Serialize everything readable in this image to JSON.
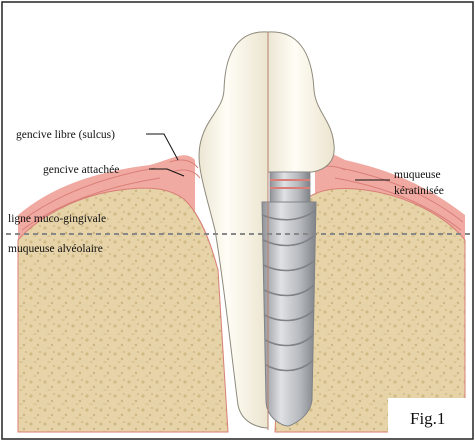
{
  "figure": {
    "caption": "Fig.1",
    "labels": {
      "free_gingiva": "gencive libre (sulcus)",
      "attached_gingiva": "gencive attachée",
      "mucogingival_line": "ligne muco-gingivale",
      "alveolar_mucosa": "muqueuse alvéolaire",
      "keratinized_mucosa_line1": "muqueuse",
      "keratinized_mucosa_line2": "kératinisée"
    },
    "colors": {
      "frame": "#222222",
      "bone": "#e6d3a8",
      "bone_speckle": "#cdb47f",
      "gum": "#f0aaa2",
      "gum_dark": "#d97f77",
      "tooth": "#fbf7ea",
      "implant": "#bfc2c6",
      "implant_shadow": "#8a8d92",
      "dashed_line": "#888888"
    }
  }
}
